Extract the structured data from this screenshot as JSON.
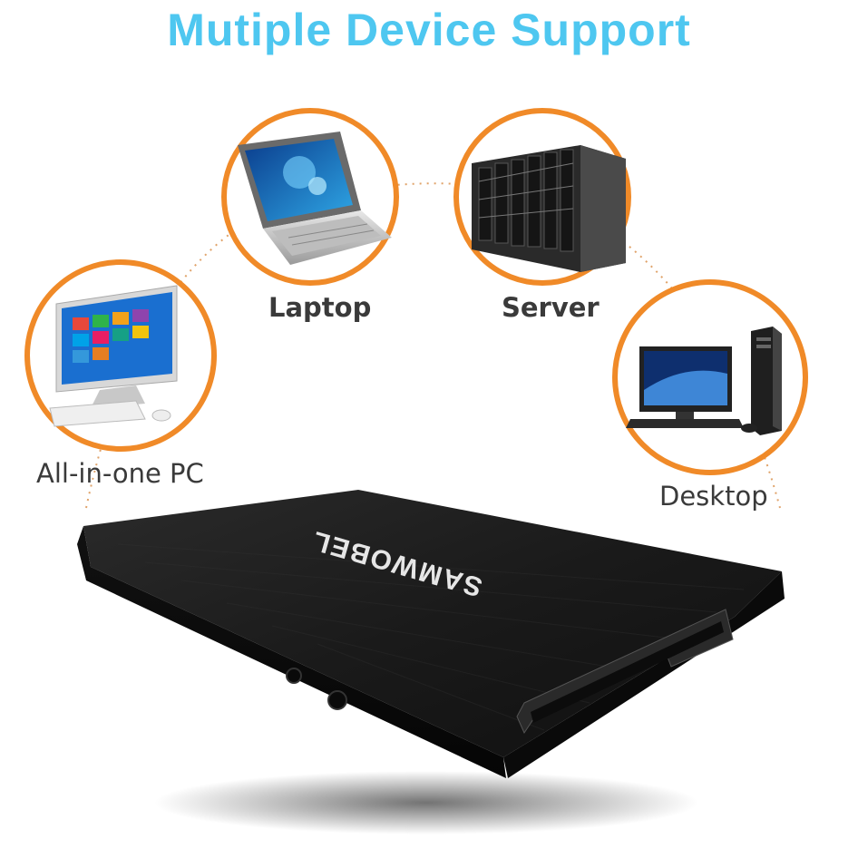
{
  "title": "Mutiple Device Support",
  "devices": [
    {
      "name": "laptop",
      "label": "Laptop",
      "icon": "laptop-icon"
    },
    {
      "name": "server",
      "label": "Server",
      "icon": "server-rack-icon"
    },
    {
      "name": "all-in-one-pc",
      "label": "All-in-one PC",
      "icon": "all-in-one-pc-icon"
    },
    {
      "name": "desktop",
      "label": "Desktop",
      "icon": "desktop-computer-icon"
    }
  ],
  "ssd": {
    "brand": "SAMWOBEL",
    "icon": "ssd-drive-icon"
  },
  "colors": {
    "title": "#4ec7f0",
    "ring": "#f08a28",
    "label": "#3a3a3a",
    "ssd_body": "#1c1c1c"
  }
}
